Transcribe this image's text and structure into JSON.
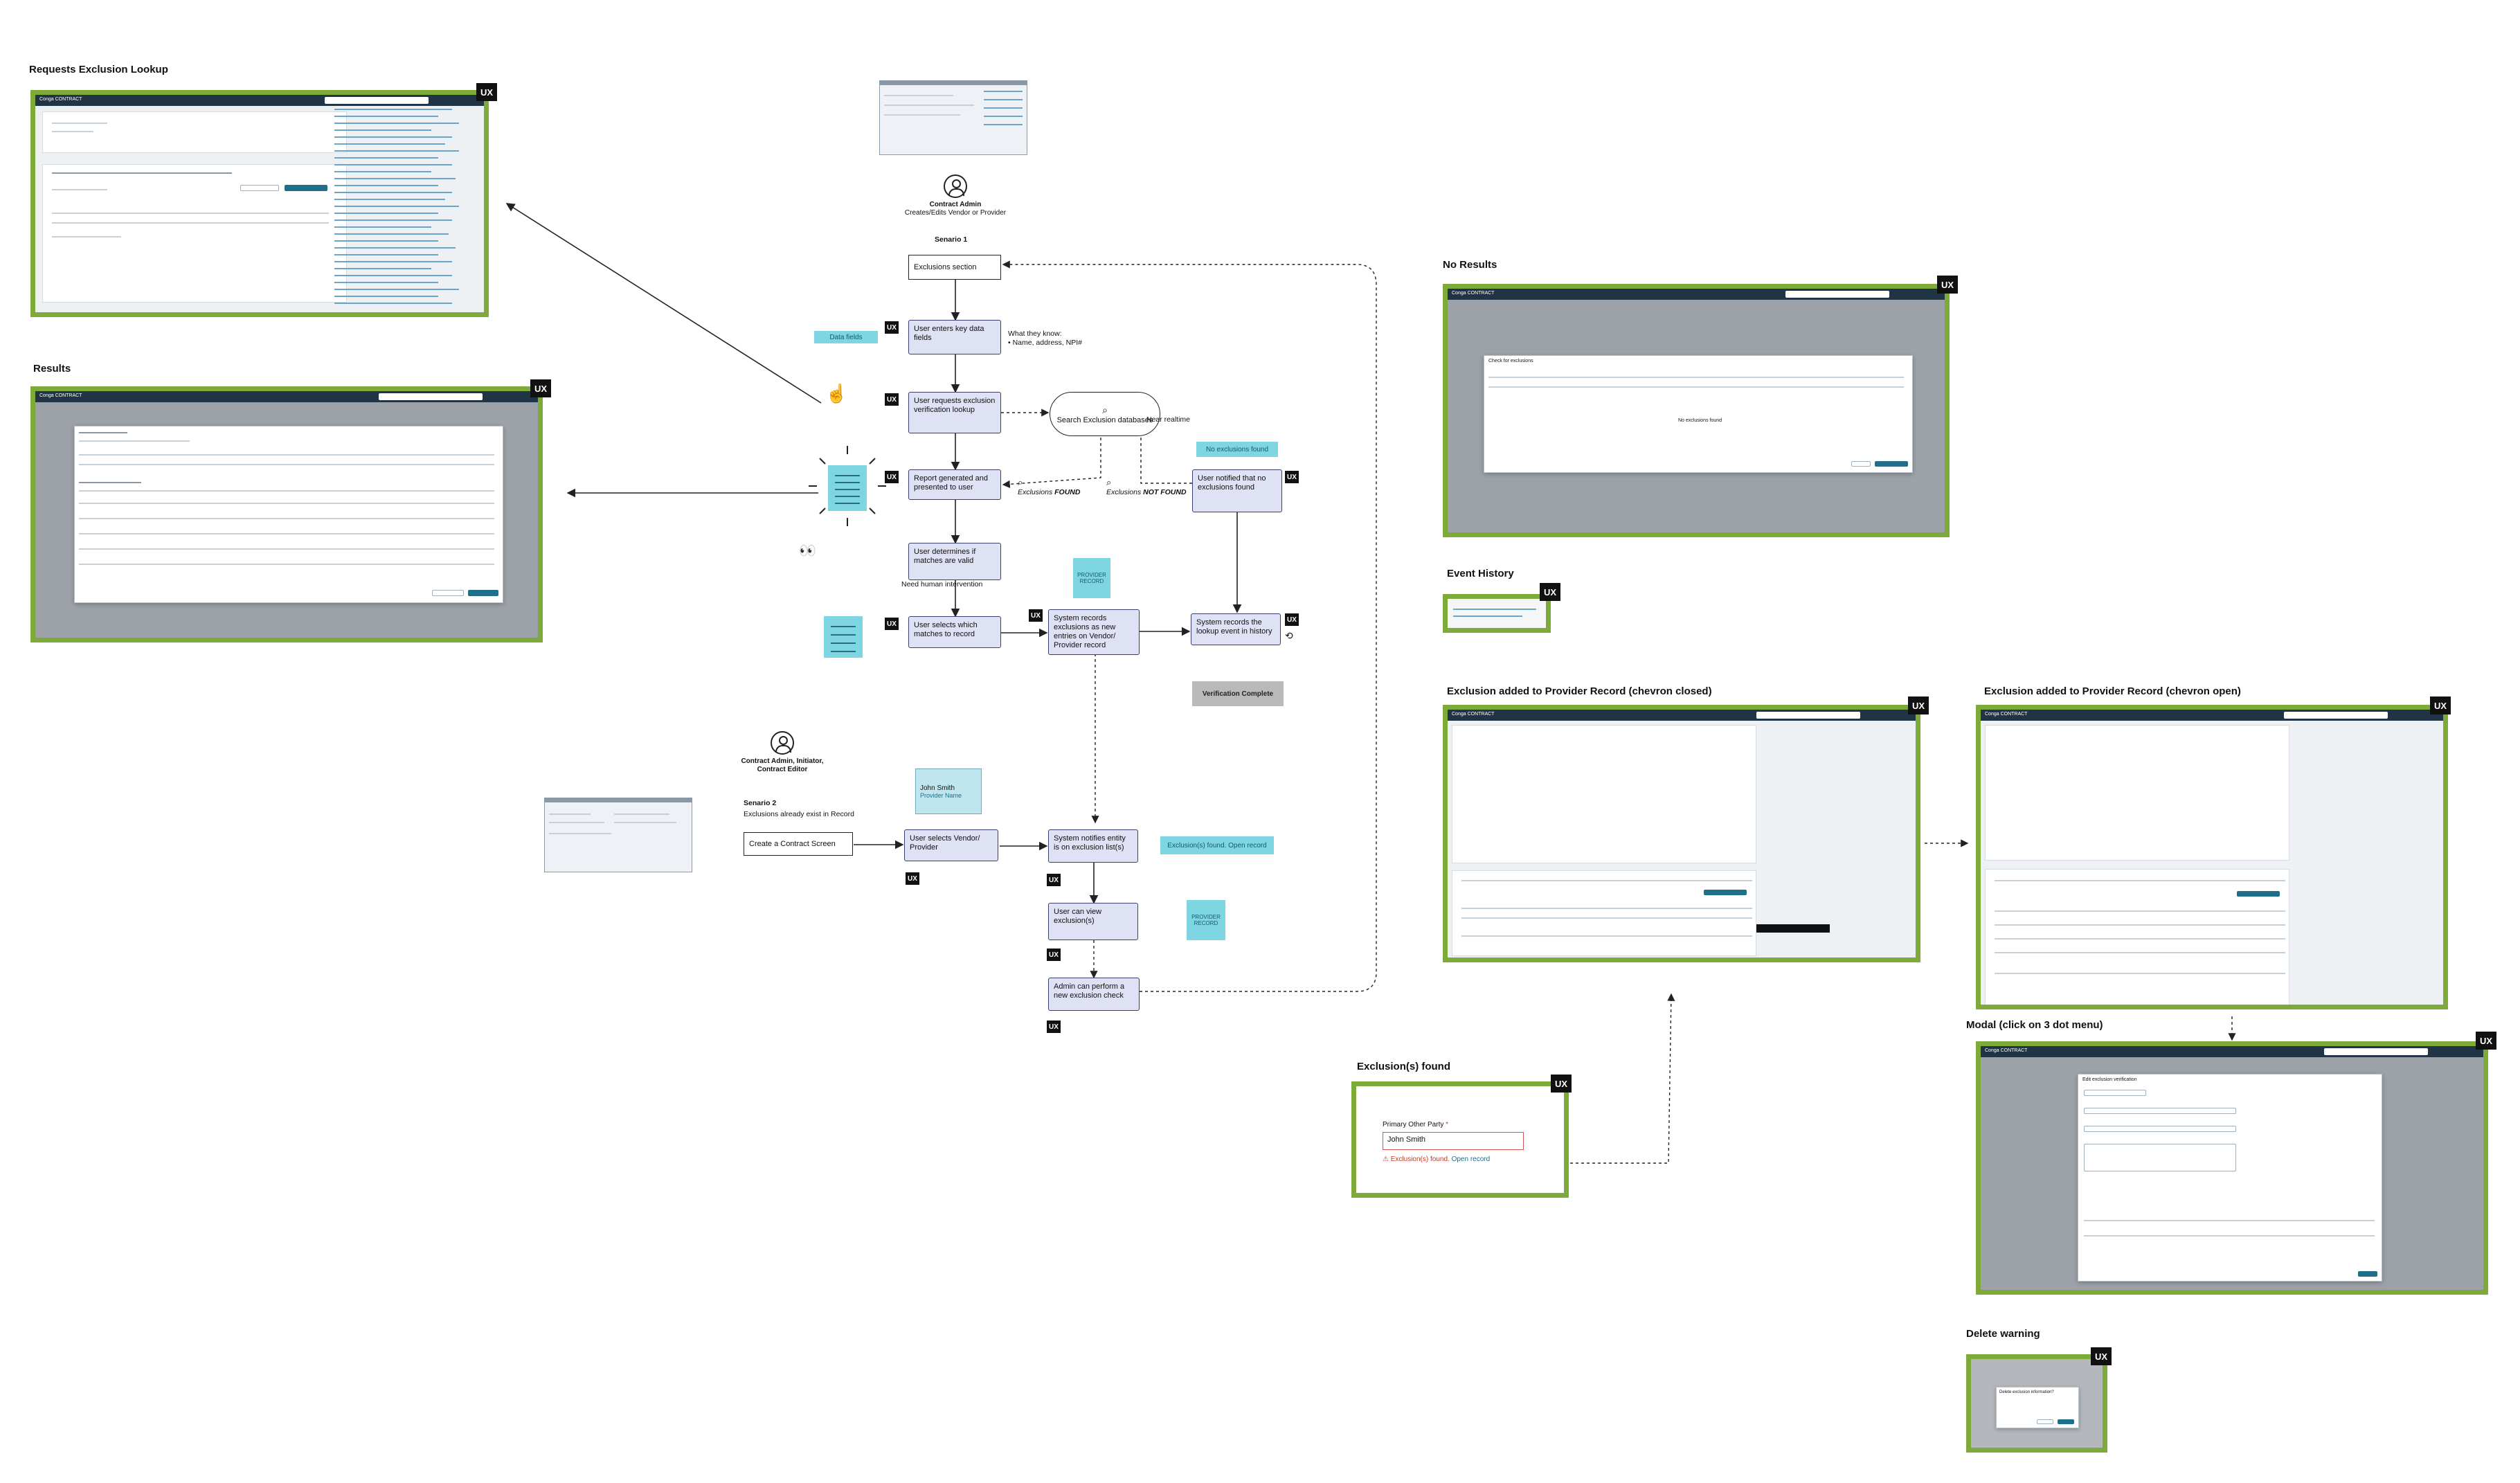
{
  "colors": {
    "frame_green": "#7eaa3a",
    "node_fill": "#dfe1f4",
    "sticky_cyan": "#7fd6e3",
    "app_header": "#203445",
    "teal_button": "#1f6f8b",
    "warning_red": "#c0392b"
  },
  "ux_label": "UX",
  "screens": {
    "lookup": {
      "title": "Requests Exclusion Lookup"
    },
    "results": {
      "title": "Results"
    },
    "no_results": {
      "title": "No Results",
      "modal_title": "Check for exclusions",
      "empty_text": "No exclusions found"
    },
    "event_history": {
      "title": "Event History"
    },
    "added_closed": {
      "title": "Exclusion added to Provider Record (chevron closed)"
    },
    "added_open": {
      "title": "Exclusion added to Provider Record (chevron open)"
    },
    "modal_menu": {
      "title": "Modal (click on 3 dot menu)",
      "modal_title": "Edit exclusion verification"
    },
    "delete_warning": {
      "title": "Delete warning",
      "modal_title": "Delete exclusion information?"
    },
    "found": {
      "title": "Exclusion(s) found",
      "field_label": "Primary Other Party",
      "required_mark": "*",
      "field_value": "John Smith",
      "warning_text": "Exclusion(s) found.",
      "link_text": "Open record"
    }
  },
  "flow": {
    "actor1": {
      "role": "Contract Admin",
      "subtitle": "Creates/Edits Vendor or Provider",
      "scenario": "Senario 1"
    },
    "nodes": {
      "exclusions_section": "Exclusions section",
      "enters_key_data": "User enters key data fields",
      "requests_lookup": "User requests exclusion verification lookup",
      "search_db": "Search Exclusion databases",
      "report_generated": "Report generated and presented to user",
      "notified_none": "User notified that no exclusions found",
      "determines_valid": "User determines if matches are valid",
      "selects_matches": "User selects which matches to record",
      "system_records": "System records exclusions as new entries on Vendor/ Provider record",
      "records_history": "System records the lookup event in history"
    },
    "notes": {
      "what_they_know": "What they know:",
      "know_items": "Name, address, NPI#",
      "near_realtime": "Near realtime",
      "found_prefix": "Exclusions",
      "found_emph": "FOUND",
      "not_found_prefix": "Exclusions",
      "not_found_emph": "NOT FOUND",
      "need_human": "Need human intervention"
    },
    "stickies": {
      "data_fields": "Data fields",
      "no_exclusions_found": "No exclusions found",
      "provider_record": "PROVIDER RECORD",
      "verification_complete": "Verification Complete",
      "excl_found_open": "Exclusion(s) found. Open record",
      "provider_record_2": "PROVIDER RECORD"
    },
    "actor2": {
      "role": "Contract Admin, Initiator, Contract Editor",
      "scenario": "Senario 2",
      "scenario_desc": "Exclusions already exist in Record"
    },
    "scenario2": {
      "create_contract": "Create a Contract Screen",
      "selects_vendor": "User selects Vendor/ Provider",
      "system_notifies": "System notifies entity is on exclusion list(s)",
      "can_view": "User can view exclusion(s)",
      "admin_new_check": "Admin can perform a new exclusion check",
      "dropdown_name": "John Smith",
      "dropdown_role": "Provider Name"
    }
  }
}
